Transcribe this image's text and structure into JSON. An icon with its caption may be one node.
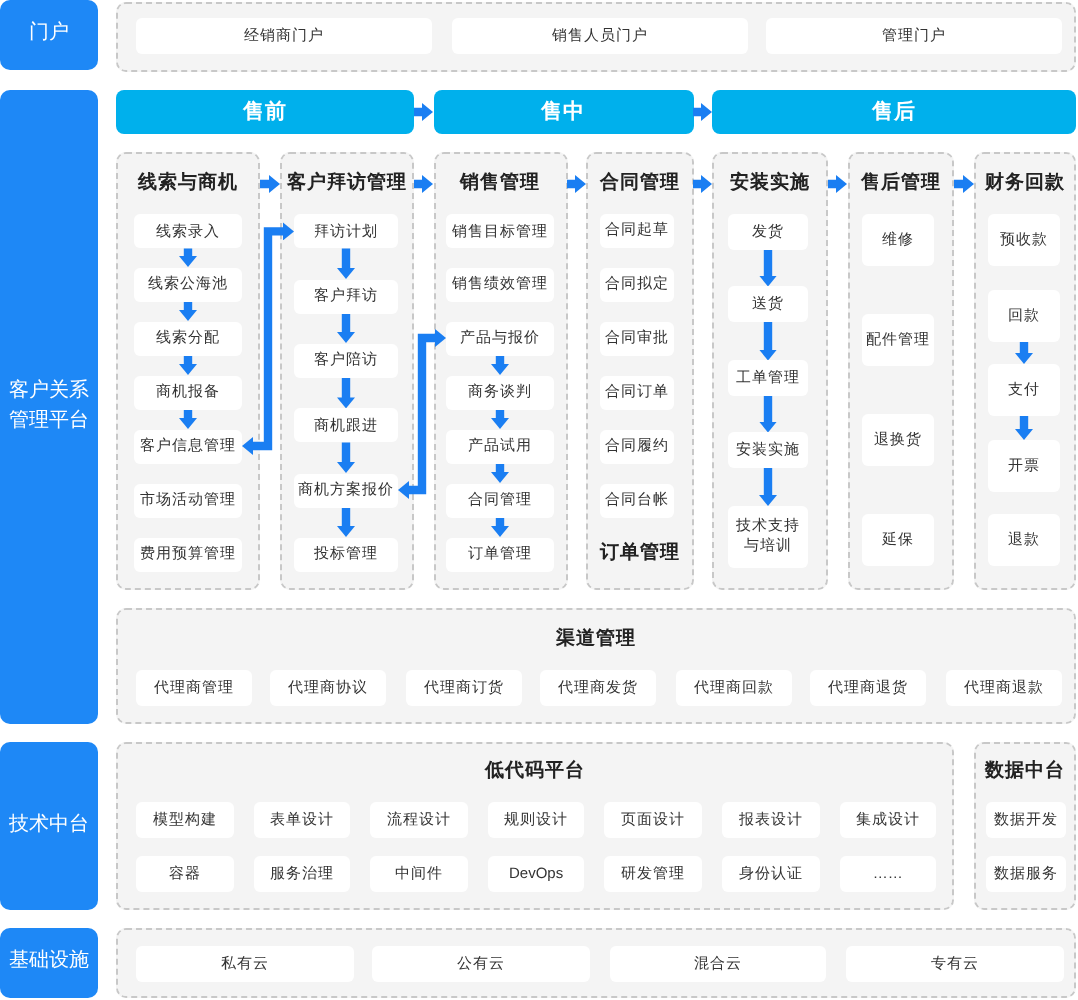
{
  "diagram": {
    "nodes": [
      {
        "text": [
          "门户"
        ]
      },
      {
        "text": [],
        "shape": "box"
      },
      {
        "text": [
          "经销商门户"
        ],
        "in": 1
      },
      {
        "text": [
          "销售人员门户"
        ],
        "in": 1
      },
      {
        "text": [
          "管理门户"
        ],
        "in": 1
      },
      {
        "text": [
          "客户关系管理平台"
        ]
      },
      {
        "text": [
          "售前"
        ]
      },
      {
        "text": [
          "售中"
        ]
      },
      {
        "text": [
          "售后"
        ]
      },
      {
        "text": [
          "线索与商机"
        ]
      },
      {
        "text": [
          "线索录入"
        ],
        "in": 9
      },
      {
        "text": [
          "线索公海池"
        ],
        "in": 9
      },
      {
        "text": [
          "线索分配"
        ],
        "in": 9
      },
      {
        "text": [
          "商机报备"
        ],
        "in": 9
      },
      {
        "text": [
          "客户信息管理"
        ],
        "in": 9
      },
      {
        "text": [
          "市场活动管理"
        ],
        "in": 9
      },
      {
        "text": [
          "费用预算管理"
        ],
        "in": 9
      },
      {
        "text": [
          "客户拜访管理"
        ]
      },
      {
        "text": [
          "拜访计划"
        ],
        "in": 17
      },
      {
        "text": [
          "客户拜访"
        ],
        "in": 17
      },
      {
        "text": [
          "客户陪访"
        ],
        "in": 17
      },
      {
        "text": [
          "商机跟进"
        ],
        "in": 17
      },
      {
        "text": [
          "商机方案报价"
        ],
        "in": 17
      },
      {
        "text": [
          "投标管理"
        ],
        "in": 17
      },
      {
        "text": [
          "销售管理"
        ]
      },
      {
        "text": [
          "销售目标管理"
        ],
        "in": 24
      },
      {
        "text": [
          "销售绩效管理"
        ],
        "in": 24
      },
      {
        "text": [
          "产品与报价"
        ],
        "in": 24
      },
      {
        "text": [
          "商务谈判"
        ],
        "in": 24
      },
      {
        "text": [
          "产品试用"
        ],
        "in": 24
      },
      {
        "text": [
          "合同管理"
        ],
        "in": 24
      },
      {
        "text": [
          "订单管理"
        ],
        "in": 24
      },
      {
        "text": [
          "合同管理",
          "订单管理"
        ]
      },
      {
        "text": [
          "合同起草"
        ],
        "in": 32
      },
      {
        "text": [
          "合同拟定"
        ],
        "in": 32
      },
      {
        "text": [
          "合同审批"
        ],
        "in": 32
      },
      {
        "text": [
          "合同订单"
        ],
        "in": 32
      },
      {
        "text": [
          "合同履约"
        ],
        "in": 32
      },
      {
        "text": [
          "合同台帐"
        ],
        "in": 32
      },
      {
        "text": [
          "安装实施"
        ]
      },
      {
        "text": [
          "发货"
        ],
        "in": 39
      },
      {
        "text": [
          "送货"
        ],
        "in": 39
      },
      {
        "text": [
          "工单管理"
        ],
        "in": 39
      },
      {
        "text": [
          "安装实施"
        ],
        "in": 39
      },
      {
        "text": [
          "技术支持与培训"
        ],
        "in": 39
      },
      {
        "text": [
          "售后管理"
        ]
      },
      {
        "text": [
          "维修"
        ],
        "in": 45
      },
      {
        "text": [
          "配件管理"
        ],
        "in": 45
      },
      {
        "text": [
          "退换货"
        ],
        "in": 45
      },
      {
        "text": [
          "延保"
        ],
        "in": 45
      },
      {
        "text": [
          "财务回款"
        ]
      },
      {
        "text": [
          "预收款"
        ],
        "in": 50
      },
      {
        "text": [
          "回款"
        ],
        "in": 50
      },
      {
        "text": [
          "支付"
        ],
        "in": 50
      },
      {
        "text": [
          "开票"
        ],
        "in": 50
      },
      {
        "text": [
          "退款"
        ],
        "in": 50
      },
      {
        "text": [
          "渠道管理"
        ]
      },
      {
        "text": [
          "代理商管理"
        ],
        "in": 56
      },
      {
        "text": [
          "代理商协议"
        ],
        "in": 56
      },
      {
        "text": [
          "代理商订货"
        ],
        "in": 56
      },
      {
        "text": [
          "代理商发货"
        ],
        "in": 56
      },
      {
        "text": [
          "代理商回款"
        ],
        "in": 56
      },
      {
        "text": [
          "代理商退货"
        ],
        "in": 56
      },
      {
        "text": [
          "代理商退款"
        ],
        "in": 56
      },
      {
        "text": [
          "技术中台"
        ]
      },
      {
        "text": [
          "低代码平台"
        ]
      },
      {
        "text": [
          "模型构建"
        ],
        "in": 65
      },
      {
        "text": [
          "表单设计"
        ],
        "in": 65
      },
      {
        "text": [
          "流程设计"
        ],
        "in": 65
      },
      {
        "text": [
          "规则设计"
        ],
        "in": 65
      },
      {
        "text": [
          "页面设计"
        ],
        "in": 65
      },
      {
        "text": [
          "报表设计"
        ],
        "in": 65
      },
      {
        "text": [
          "集成设计"
        ],
        "in": 65
      },
      {
        "text": [
          "容器"
        ],
        "in": 65
      },
      {
        "text": [
          "服务治理"
        ],
        "in": 65
      },
      {
        "text": [
          "中间件"
        ],
        "in": 65
      },
      {
        "text": [
          "DevOps"
        ],
        "in": 65
      },
      {
        "text": [
          "研发管理"
        ],
        "in": 65
      },
      {
        "text": [
          "身份认证"
        ],
        "in": 65
      },
      {
        "text": [
          "……"
        ],
        "in": 65
      },
      {
        "text": [
          "数据中台"
        ]
      },
      {
        "text": [
          "数据开发"
        ],
        "in": 80
      },
      {
        "text": [
          "数据服务"
        ],
        "in": 80
      },
      {
        "text": [
          "基础设施"
        ]
      },
      {
        "text": [],
        "shape": "box"
      },
      {
        "text": [
          "私有云"
        ],
        "in": 84
      },
      {
        "text": [
          "公有云"
        ],
        "in": 84
      },
      {
        "text": [
          "混合云"
        ],
        "in": 84
      },
      {
        "text": [
          "专有云"
        ],
        "in": 84
      }
    ],
    "edges": [
      {
        "from": 6,
        "to": 7,
        "arrow": "to"
      },
      {
        "from": 7,
        "to": 8,
        "arrow": "to"
      },
      {
        "from": 9,
        "to": 17,
        "arrow": "to"
      },
      {
        "from": 17,
        "to": 24,
        "arrow": "to"
      },
      {
        "from": 24,
        "to": 32,
        "arrow": "to"
      },
      {
        "from": 32,
        "to": 39,
        "arrow": "to"
      },
      {
        "from": 39,
        "to": 45,
        "arrow": "to"
      },
      {
        "from": 45,
        "to": 50,
        "arrow": "to"
      },
      {
        "from": 10,
        "to": 11,
        "arrow": "to"
      },
      {
        "from": 11,
        "to": 12,
        "arrow": "to"
      },
      {
        "from": 12,
        "to": 13,
        "arrow": "to"
      },
      {
        "from": 13,
        "to": 14,
        "arrow": "to"
      },
      {
        "from": 14,
        "to": 18,
        "arrow": "both"
      },
      {
        "from": 18,
        "to": 19,
        "arrow": "to"
      },
      {
        "from": 19,
        "to": 20,
        "arrow": "to"
      },
      {
        "from": 20,
        "to": 21,
        "arrow": "to"
      },
      {
        "from": 21,
        "to": 22,
        "arrow": "to"
      },
      {
        "from": 22,
        "to": 23,
        "arrow": "to"
      },
      {
        "from": 22,
        "to": 27,
        "arrow": "both"
      },
      {
        "from": 27,
        "to": 28,
        "arrow": "to"
      },
      {
        "from": 28,
        "to": 29,
        "arrow": "to"
      },
      {
        "from": 29,
        "to": 30,
        "arrow": "to"
      },
      {
        "from": 30,
        "to": 31,
        "arrow": "to"
      },
      {
        "from": 40,
        "to": 41,
        "arrow": "to"
      },
      {
        "from": 41,
        "to": 42,
        "arrow": "to"
      },
      {
        "from": 42,
        "to": 43,
        "arrow": "to"
      },
      {
        "from": 43,
        "to": 44,
        "arrow": "to"
      },
      {
        "from": 52,
        "to": 53,
        "arrow": "to"
      },
      {
        "from": 53,
        "to": 54,
        "arrow": "to"
      }
    ]
  }
}
